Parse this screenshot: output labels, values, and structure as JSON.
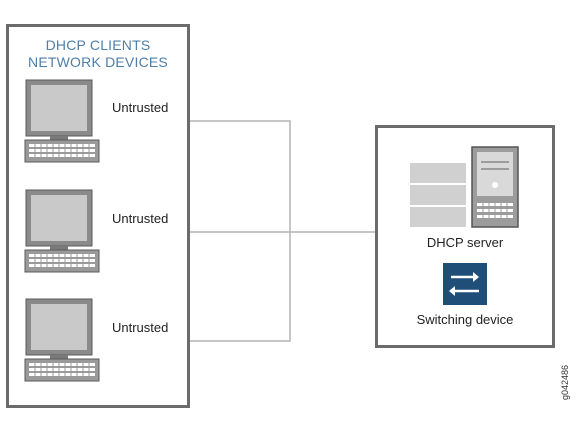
{
  "clients_group": {
    "title_line1": "DHCP CLIENTS",
    "title_line2": "NETWORK DEVICES"
  },
  "clients": [
    {
      "label": "Untrusted",
      "icon": "computer-icon"
    },
    {
      "label": "Untrusted",
      "icon": "computer-icon"
    },
    {
      "label": "Untrusted",
      "icon": "computer-icon"
    }
  ],
  "server_group": {
    "server_label": "DHCP server",
    "server_icon": "server-icon",
    "switch_label": "Switching device",
    "switch_icon": "switch-icon"
  },
  "figure_id": "g042486",
  "colors": {
    "frame": "#6b6b6b",
    "title_blue": "#4d7fa8",
    "wire": "#b3b3b3",
    "switch_blue": "#1f4e79"
  }
}
